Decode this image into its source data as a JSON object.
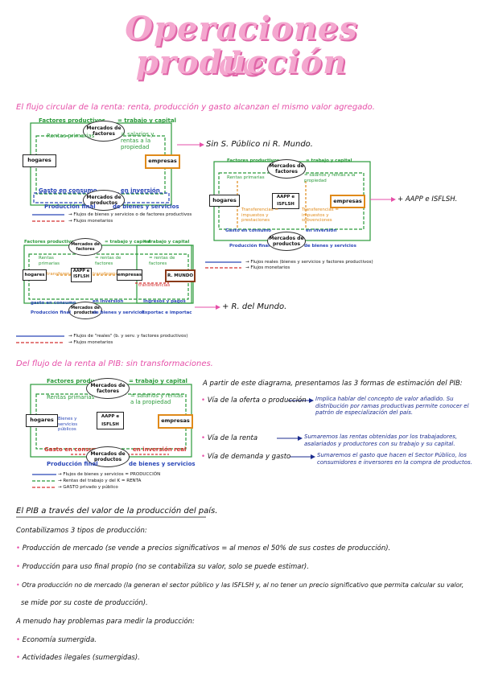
{
  "title": {
    "line1": "Operaciones de",
    "line2": "producción"
  },
  "section1": {
    "heading": "El flujo circular de la renta: renta, producción y gasto alcanzan el mismo valor agregado.",
    "d1": {
      "factores_productivos": "Factores productivos",
      "mercados_factores": "Mercados de factores",
      "trabajo_capital": "= trabajo y capital",
      "rentas_primarias": "Rentas primarias",
      "salarios": "= salarios y rentas a la propiedad",
      "hogares": "hogares",
      "empresas": "empresas",
      "gasto_consumo": "Gasto en consumo",
      "mercados_productos": "Mercados de productos",
      "en_inversion": "en inversión",
      "produccion_final": "Producción final",
      "bienes_servicios": "de bienes y servicios",
      "legend1": "→ Flujos de bienes y servicios o de factores productivos",
      "legend2": "→ Flujos monetarios"
    },
    "note1": "Sin S. Público ni R. Mundo.",
    "d2": {
      "factores_productivos": "Factores productivos",
      "trabajo_capital": "= trabajo y capital",
      "mercados_factores": "Mercados de factores",
      "rentas_primarias": "Rentas primarias",
      "salarios": "= salarios y rentas a la propiedad",
      "hogares": "hogares",
      "aapp": "AAPP e ISFLSH",
      "empresas": "empresas",
      "transferencias1": "Transferencias = impuestos y prestaciones",
      "transferencias2": "Transferencias = impuestos y subvenciones",
      "gasto_consumo": "Gasto en consumo",
      "mercados_productos": "Mercados de productos",
      "en_inversion": "en inversión",
      "produccion_final": "Producción final",
      "bienes_servicios": "de bienes y servicios",
      "legend1": "→ Flujos reales (bienes y servicios y factores productivos)",
      "legend2": "→ Flujos monetarios"
    },
    "note2": "+ AAPP e ISFLSH.",
    "d3": {
      "factores_productivos": "Factores productivos",
      "mercados_factores": "Mercados de factores",
      "trabajo_capital": "= trabajo y capital",
      "rentas_primarias": "Rentas primarias",
      "rentas_factores": "= rentas de factores",
      "hogares": "hogares",
      "transferencias": "transferencias",
      "aapp": "AAPP e ISFLSH",
      "empresas": "empresas",
      "rmundo": "R. MUNDO",
      "gasto_consumo": "gasto en consumo",
      "en_inversion": "en inversión",
      "ingresos_pagos": "Ingresos y pagos",
      "mercados_productos": "Mercados de productos",
      "produccion_final": "Producción final",
      "bienes_servicios": "de bienes y servicios",
      "export": "Exportac e importac",
      "legend1": "→ Flujos de \"reales\" (b. y serv. y factores productivos)",
      "legend2": "→ Flujos monetarios"
    },
    "note3": "+ R. del Mundo."
  },
  "section2": {
    "heading": "Del flujo de la renta al PIB: sin transformaciones.",
    "d4": {
      "factores_productivos": "Factores productivos",
      "trabajo_capital": "= trabajo y capital",
      "mercados_factores": "Mercados de factores",
      "rentas_primarias": "Rentas primarias",
      "salarios": "= salarios y rentas a la propiedad",
      "hogares": "hogares",
      "bienes_publicos": "Bienes y servicios públicos",
      "aapp": "AAPP e ISFLSH",
      "empresas": "empresas",
      "gasto_consumo": "Gasto en consumo y",
      "inversion_real": "en inversión real",
      "mercados_productos": "Mercados de productos",
      "produccion_final": "Producción final",
      "bienes_servicios": "de bienes y servicios",
      "legend1": "→ Flujos de bienes y servicios = PRODUCCIÓN",
      "legend2": "→ Rentas del trabajo y del K = RENTA",
      "legend3": "→ GASTO privado y público"
    },
    "intro": "A partir de este diagrama, presentamos las 3 formas de estimación del PIB:",
    "items": [
      {
        "label": "Vía de la oferta o producción",
        "desc": "Implica hablar del concepto de valor añadido. Su distribución por ramas productivas permite conocer el patrón de especialización del país."
      },
      {
        "label": "Vía de la renta",
        "desc": "Sumaremos las rentas obtenidas por los trabajadores, asalariados y productores con su trabajo y su capital."
      },
      {
        "label": "Vía de demanda y gasto",
        "desc": "Sumaremos el gasto que hacen el Sector Público, los consumidores e inversores en la compra de productos."
      }
    ]
  },
  "section3": {
    "heading": "El PIB a través del valor de la producción del país.",
    "lines": [
      "Contabilizamos 3 tipos de producción:",
      "Producción de mercado (se vende a precios significativos = al menos el 50% de sus costes de producción).",
      "Producción para uso final propio (no se contabiliza su valor, solo se puede estimar).",
      "Otra producción no de mercado (la generan el sector público y las ISFLSH y, al no tener un precio significativo que permita calcular su valor,",
      "se mide por su coste de producción).",
      "A menudo hay problemas para medir la producción:",
      "Economía sumergida.",
      "Actividades ilegales (sumergidas)."
    ]
  }
}
